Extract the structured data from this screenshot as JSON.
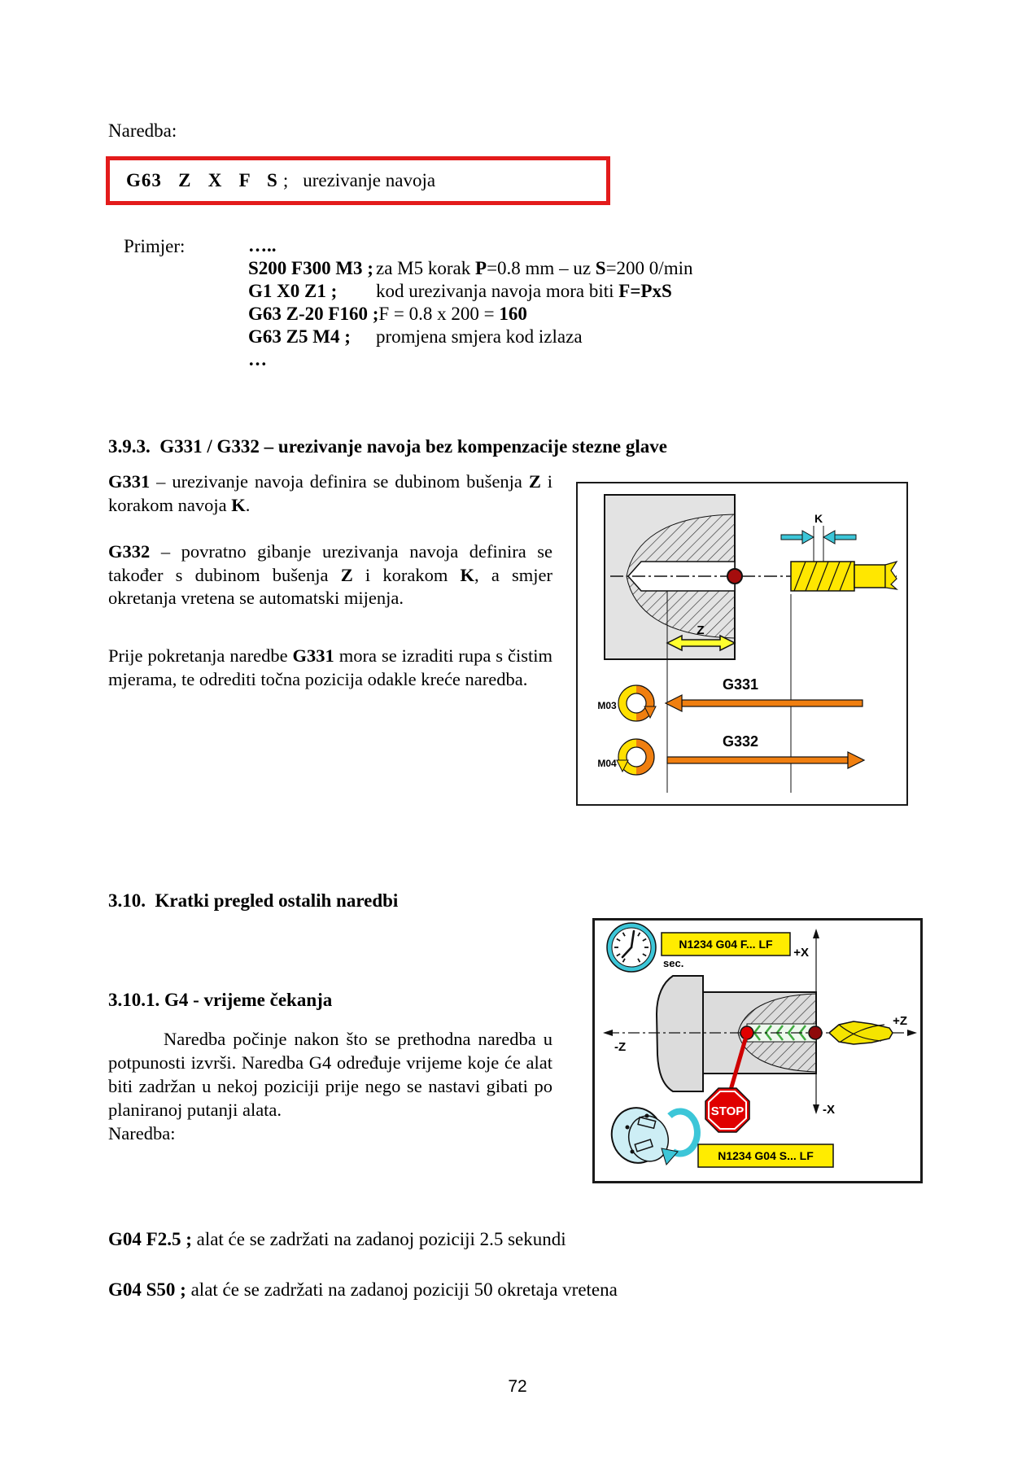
{
  "colors": {
    "box_red": "#e31b1b",
    "arrow_orange": "#f07f10",
    "tool_yellow": "#ffe700",
    "label_yellow": "#ffec00",
    "cyan": "#3cc6d8",
    "dark_red_dot": "#8f0a0a",
    "bright_red": "#e00000",
    "workpiece_gray": "#dcdcdc",
    "thread_green": "#3faa3f"
  },
  "header": {
    "naredba_label": "Naredba:"
  },
  "command_box": {
    "code": "G63   Z   X   F   S",
    "separator": ";",
    "description": "urezivanje navoja"
  },
  "example": {
    "label": "Primjer:",
    "rows": [
      {
        "code": "…..",
        "comment": []
      },
      {
        "code": "S200 F300 M3 ;",
        "comment": [
          {
            "t": "za M5 korak ",
            "b": false
          },
          {
            "t": "P",
            "b": true
          },
          {
            "t": "=0.8 mm – uz ",
            "b": false
          },
          {
            "t": "S",
            "b": true
          },
          {
            "t": "=200 0/min",
            "b": false
          }
        ]
      },
      {
        "code": "G1 X0 Z1 ;",
        "comment": [
          {
            "t": "kod urezivanja navoja mora biti ",
            "b": false
          },
          {
            "t": "F=PxS",
            "b": true
          }
        ]
      },
      {
        "code": "G63 Z-20 F160 ;",
        "comment": [
          {
            "t": "F = 0.8 x 200 = ",
            "b": false
          },
          {
            "t": "160",
            "b": true
          }
        ]
      },
      {
        "code": "G63 Z5 M4 ;",
        "comment": [
          {
            "t": "promjena smjera kod izlaza",
            "b": false
          }
        ]
      },
      {
        "code": "…",
        "comment": []
      }
    ]
  },
  "section_393": {
    "heading": "3.9.3.  G331 / G332 – urezivanje navoja bez kompenzacije stezne glave",
    "paragraph1": [
      {
        "t": "G331",
        "b": true
      },
      {
        "t": " – urezivanje navoja definira se dubinom bušenja ",
        "b": false
      },
      {
        "t": "Z",
        "b": true
      },
      {
        "t": " i korakom navoja ",
        "b": false
      },
      {
        "t": "K",
        "b": true
      },
      {
        "t": ".",
        "b": false
      }
    ],
    "paragraph2": [
      {
        "t": "G332",
        "b": true
      },
      {
        "t": " – povratno gibanje urezivanja navoja definira se također s dubinom bušenja ",
        "b": false
      },
      {
        "t": "Z",
        "b": true
      },
      {
        "t": " i korakom ",
        "b": false
      },
      {
        "t": "K",
        "b": true
      },
      {
        "t": ", a smjer okretanja vretena se automatski mijenja.",
        "b": false
      }
    ],
    "paragraph3": [
      {
        "t": "Prije pokretanja naredbe ",
        "b": false
      },
      {
        "t": "G331",
        "b": true
      },
      {
        "t": " mora se izraditi rupa s čistim mjerama, te odrediti točna pozicija odakle kreće naredba.",
        "b": false
      }
    ]
  },
  "diagram1": {
    "k_label": "K",
    "z_label": "Z",
    "m03_label": "M03",
    "m04_label": "M04",
    "g331_label": "G331",
    "g332_label": "G332"
  },
  "section_310": {
    "heading": "3.10.  Kratki pregled ostalih naredbi"
  },
  "section_3101": {
    "heading": "3.10.1. G4 - vrijeme čekanja",
    "paragraph": "Naredba počinje nakon što se prethodna naredba u potpunosti izvrši. Naredba G4 određuje vrijeme koje će alat biti zadržan u nekoj poziciji prije nego se nastavi gibati po planiranoj putanji alata.",
    "naredba_label": "Naredba:"
  },
  "diagram2": {
    "cmd_f": "N1234  G04  F...  LF",
    "cmd_s": "N1234  G04  S...  LF",
    "sec_label": "sec.",
    "stop_label": "STOP",
    "axis": {
      "plus_x": "+X",
      "minus_x": "-X",
      "plus_z": "+Z",
      "minus_z": "-Z"
    }
  },
  "g04_lines": [
    [
      {
        "t": "G04 F2.5 ;",
        "b": true
      },
      {
        "t": " alat će se zadržati na zadanoj poziciji 2.5 sekundi",
        "b": false
      }
    ],
    [
      {
        "t": "G04 S50 ;",
        "b": true
      },
      {
        "t": " alat će se zadržati na zadanoj poziciji 50 okretaja vretena",
        "b": false
      }
    ]
  ],
  "footer": {
    "page_number": "72"
  }
}
